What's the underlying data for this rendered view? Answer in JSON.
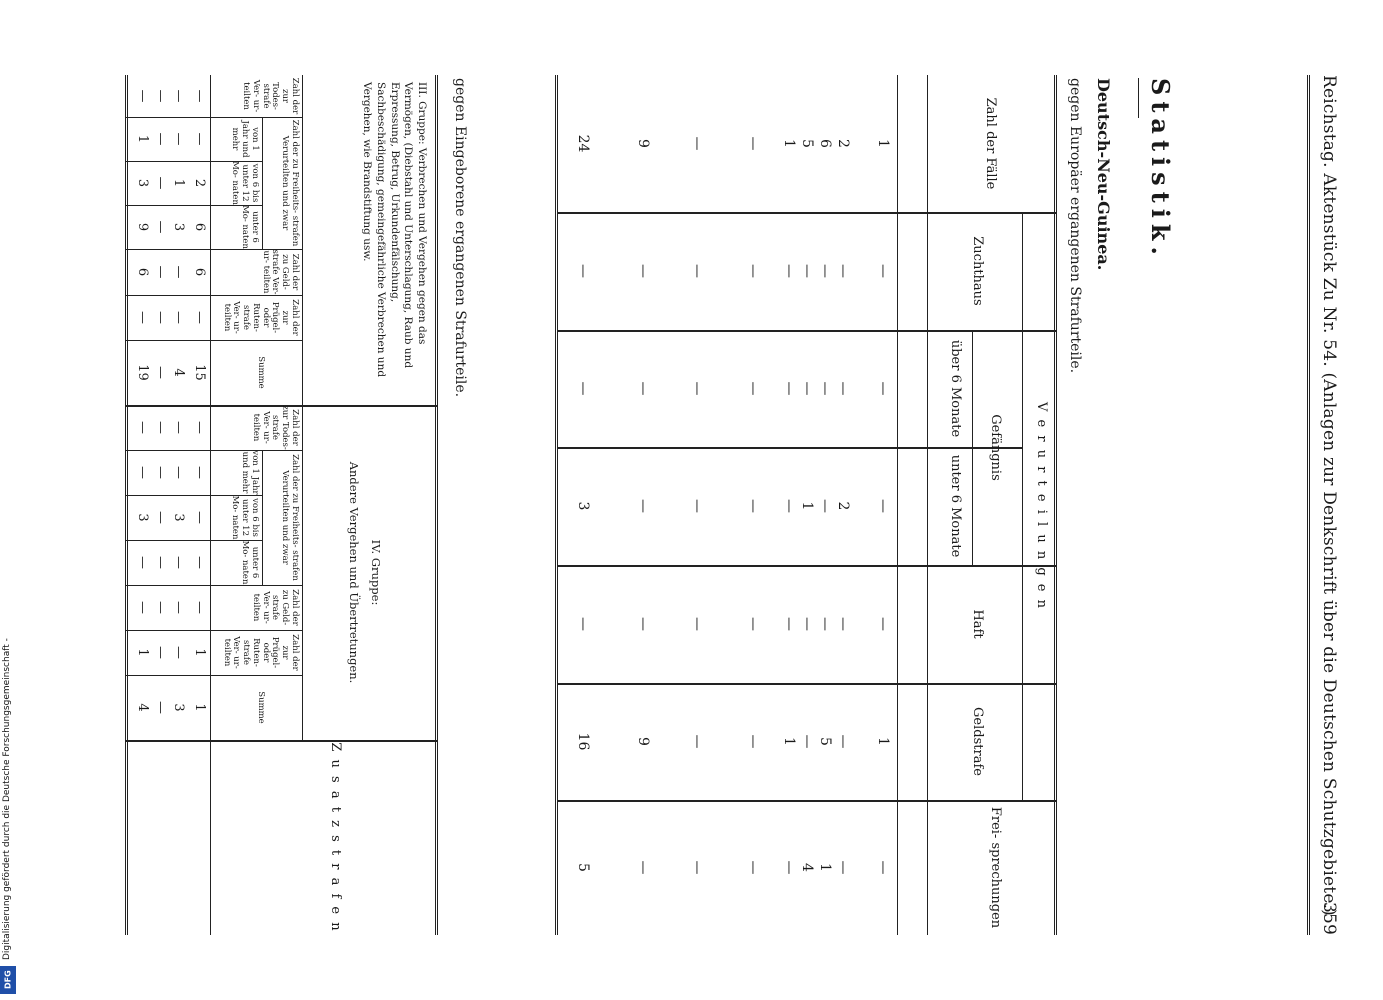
{
  "header": {
    "running_title": "Reichstag.  Aktenstück Zu Nr. 54.  (Anlagen zur Denkschrift über die Deutschen Schutzgebiete.)",
    "page_number": "359"
  },
  "section_title": "Statistik.",
  "colony": "Deutsch-Neu-Guinea.",
  "subtitle_europeans": "gegen Europäer ergangenen Strafurteile.",
  "subtitle_natives": "gegen Eingeborene ergangenen Strafurteile.",
  "table1": {
    "col_cases": "Zahl der Fälle",
    "group_verurteilungen": "V e r u r t e i l u n g e n",
    "col_zuchthaus": "Zuchthaus",
    "group_gefaengnis": "Gefängnis",
    "col_ueber6": "über 6 Monate",
    "col_unter6": "unter 6 Monate",
    "col_haft": "Haft",
    "col_geldstrafe": "Geldstrafe",
    "col_frei": "Frei- sprechungen",
    "rows": [
      [
        "1",
        "—",
        "—",
        "—",
        "—",
        "1",
        "—"
      ],
      [
        "2",
        "—",
        "—",
        "2",
        "—",
        "—",
        "—"
      ],
      [
        "6",
        "—",
        "—",
        "—",
        "—",
        "5",
        "1"
      ],
      [
        "5",
        "—",
        "—",
        "1",
        "—",
        "—",
        "4"
      ],
      [
        "1",
        "—",
        "—",
        "—",
        "—",
        "1",
        "—"
      ],
      [
        "—",
        "—",
        "—",
        "—",
        "—",
        "—",
        "—"
      ],
      [
        "—",
        "—",
        "—",
        "—",
        "—",
        "—",
        "—"
      ],
      [
        "9",
        "—",
        "—",
        "—",
        "—",
        "9",
        "—"
      ],
      [
        "24",
        "—",
        "—",
        "3",
        "—",
        "16",
        "5"
      ]
    ]
  },
  "table2": {
    "group3_text": "III. Gruppe: Verbrechen und Vergehen gegen das Vermögen, (Diebstahl und Unterschlagung, Raub und Erpressung, Betrug, Urkundenfälschung, Sachbeschädigung, gemeingefährliche Verbrechen und Vergehen, wie Brandstiftung usw.",
    "group4_title": "IV. Gruppe:",
    "group4_text": "Andere Vergehen und Übertretungen.",
    "zusatz": "Z u s a t z s t r a f e n",
    "col_todes": "Zahl der zur Todes- strafe Ver- ur- teilten",
    "col_frei_group": "Zahl der zu Freiheits- strafen Verurteilten und zwar",
    "col_1jahr": "von 1 Jahr und mehr",
    "col_6bis12": "von 6 bis unter 12 Mo- naten",
    "col_unter6": "unter 6 Mo- naten",
    "col_geld": "Zahl der zu Geld- strafe Ver- ur- teilten",
    "col_pruegel": "Zahl der zur Prügel- oder Ruten- strafe Ver- ur- teilten",
    "col_summe": "Summe",
    "rows": [
      [
        "—",
        "—",
        "2",
        "6",
        "6",
        "—",
        "15",
        "—",
        "—",
        "—",
        "—",
        "—",
        "1",
        "1"
      ],
      [
        "—",
        "—",
        "1",
        "3",
        "—",
        "—",
        "4",
        "—",
        "—",
        "3",
        "—",
        "—",
        "—",
        "3"
      ],
      [
        "—",
        "—",
        "—",
        "—",
        "—",
        "—",
        "—",
        "—",
        "—",
        "—",
        "—",
        "—",
        "—",
        "—"
      ],
      [
        "—",
        "1",
        "3",
        "9",
        "6",
        "—",
        "19",
        "—",
        "—",
        "3",
        "—",
        "—",
        "1",
        "4"
      ]
    ]
  },
  "footer": {
    "credit": "Digitalisierung gefördert durch die Deutsche Forschungsgemeinschaft -",
    "logo": "DFG"
  }
}
